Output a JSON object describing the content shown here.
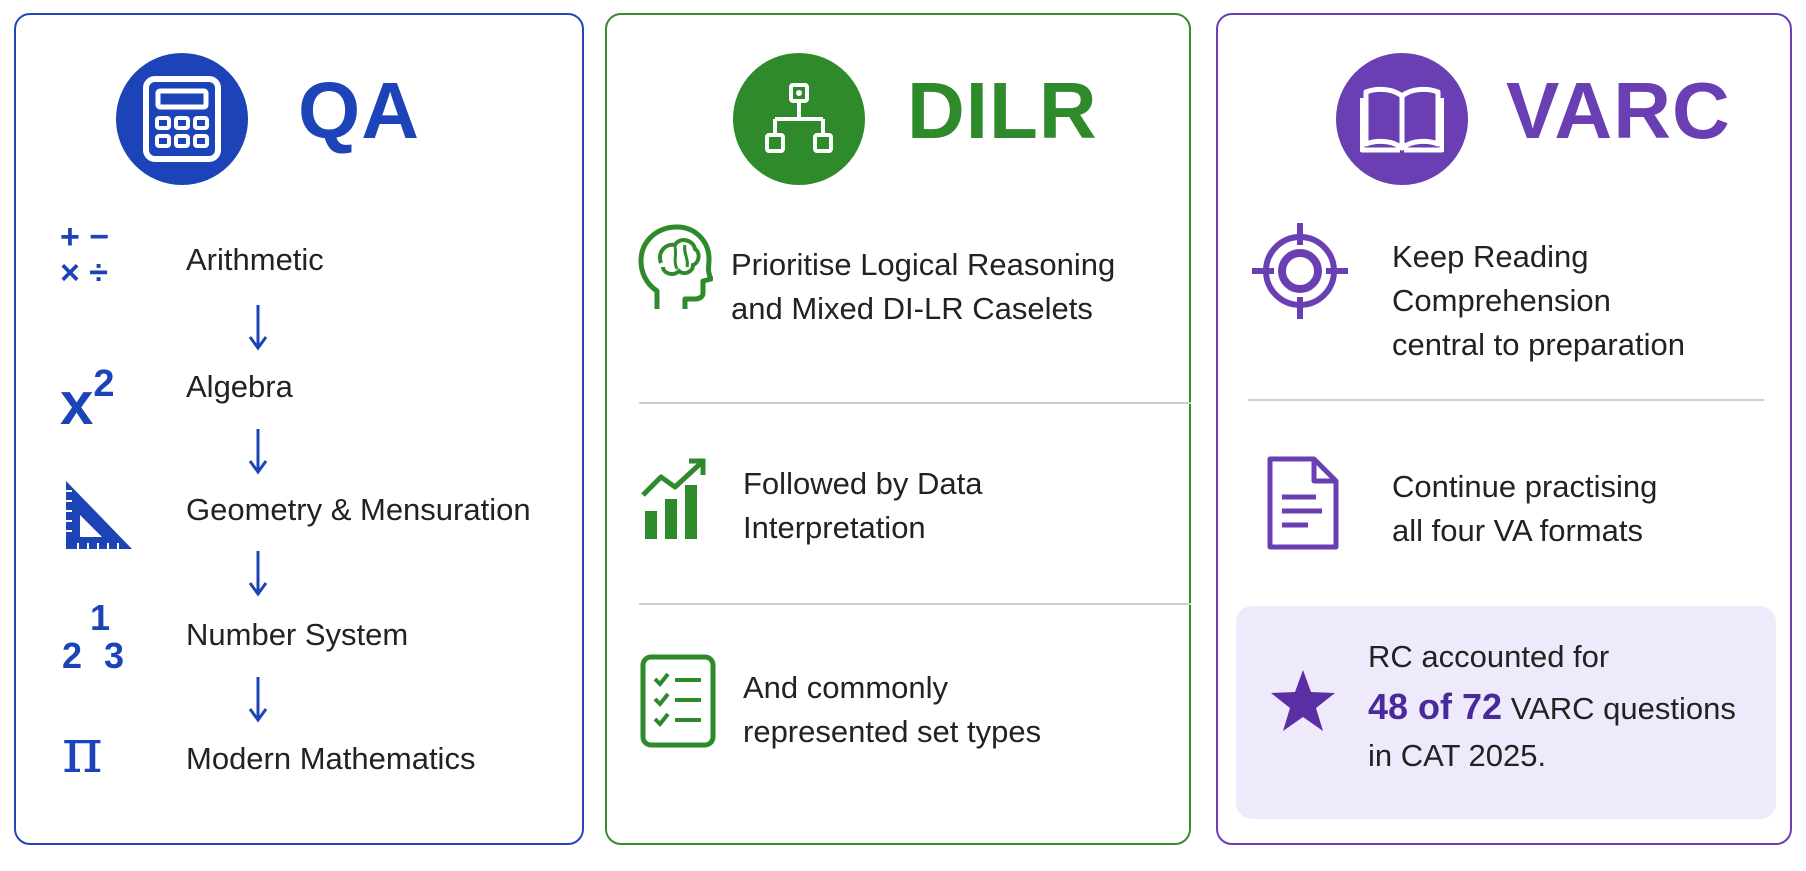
{
  "qa": {
    "title": "QA",
    "topics": [
      {
        "label": "Arithmetic",
        "icon": "plus-minus-times-divide-icon",
        "glyph_top": "+ −",
        "glyph_bottom": "× ÷"
      },
      {
        "label": "Algebra",
        "icon": "x-squared-icon",
        "glyph": "x",
        "sup": "2"
      },
      {
        "label": "Geometry & Mensuration",
        "icon": "set-square-icon"
      },
      {
        "label": "Number System",
        "icon": "numbers-icon",
        "glyph_top": "1",
        "glyph_left": "2",
        "glyph_right": "3"
      },
      {
        "label": "Modern Mathematics",
        "icon": "pi-icon",
        "glyph": "π"
      }
    ],
    "color": "#1c44b8"
  },
  "dilr": {
    "title": "DILR",
    "items": [
      {
        "lines": [
          "Prioritise Logical Reasoning",
          "and Mixed DI-LR Caselets"
        ],
        "icon": "brain-head-icon"
      },
      {
        "lines": [
          "Followed by Data",
          "Interpretation"
        ],
        "icon": "bar-chart-growth-icon"
      },
      {
        "lines": [
          "And commonly",
          "represented set types"
        ],
        "icon": "checklist-icon"
      }
    ],
    "color": "#2e8a2b"
  },
  "varc": {
    "title": "VARC",
    "items": [
      {
        "lines": [
          "Keep Reading",
          "Comprehension",
          "central to preparation"
        ],
        "icon": "target-icon"
      },
      {
        "lines": [
          "Continue practising",
          "all four VA formats"
        ],
        "icon": "document-icon"
      }
    ],
    "note": {
      "line1": "RC accounted for",
      "highlight": "48 of 72",
      "line2_rest": " VARC questions",
      "line3": "in CAT 2025.",
      "icon": "star-icon"
    },
    "color": "#6a3fb3"
  }
}
